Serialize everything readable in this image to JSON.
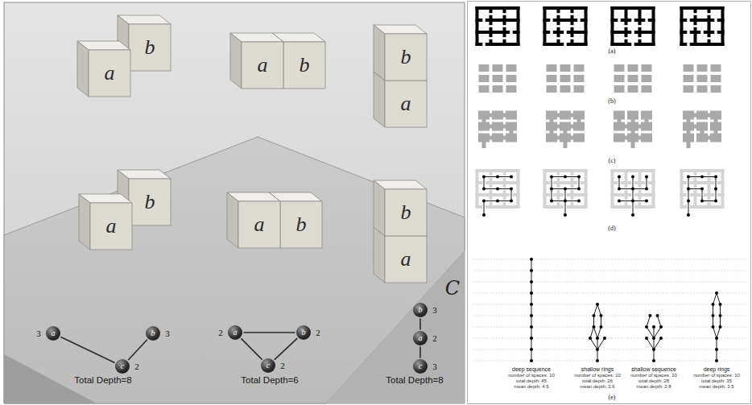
{
  "diagram": {
    "nodes": [
      {
        "text": [
          "a"
        ]
      },
      {
        "text": [
          "b"
        ]
      },
      {
        "text": [
          "a"
        ]
      },
      {
        "text": [
          "b"
        ]
      },
      {
        "text": [
          "b"
        ]
      },
      {
        "text": [
          "a"
        ]
      },
      {
        "text": [
          "a"
        ]
      },
      {
        "text": [
          "b"
        ]
      },
      {
        "text": [
          "a"
        ]
      },
      {
        "text": [
          "b"
        ]
      },
      {
        "text": [
          "b"
        ]
      },
      {
        "text": [
          "a"
        ]
      },
      {
        "text": [
          "a",
          "3"
        ]
      },
      {
        "text": [
          "b",
          "3"
        ]
      },
      {
        "text": [
          "c",
          "2"
        ]
      },
      {
        "text": [
          "a",
          "2"
        ]
      },
      {
        "text": [
          "b",
          "2"
        ]
      },
      {
        "text": [
          "c",
          "2"
        ]
      },
      {
        "text": [
          "b",
          "3"
        ]
      },
      {
        "text": [
          "a",
          "2"
        ]
      },
      {
        "text": [
          "c",
          "3"
        ]
      }
    ],
    "edges": [
      {
        "from": 12,
        "to": 14,
        "arrow": "none"
      },
      {
        "from": 14,
        "to": 13,
        "arrow": "none"
      },
      {
        "from": 15,
        "to": 16,
        "arrow": "none"
      },
      {
        "from": 15,
        "to": 17,
        "arrow": "none"
      },
      {
        "from": 16,
        "to": 17,
        "arrow": "none"
      },
      {
        "from": 18,
        "to": 19,
        "arrow": "none"
      },
      {
        "from": 19,
        "to": 20,
        "arrow": "none"
      }
    ],
    "labels": [
      "Total Depth=8",
      "Total Depth=6",
      "Total Depth=8",
      "C",
      "(a)",
      "(b)",
      "(c)",
      "(d)",
      "(e)",
      "deep sequence",
      "number of spaces: 10",
      "total depth: 45",
      "mean depth: 4.5",
      "shallow rings",
      "number of spaces: 10",
      "total depth: 26",
      "mean depth: 2.6",
      "shallow sequence",
      "number of spaces: 10",
      "total depth: 28",
      "mean depth: 2.8",
      "deep rings",
      "number of spaces: 10",
      "total depth: 35",
      "mean depth: 3.5"
    ]
  }
}
